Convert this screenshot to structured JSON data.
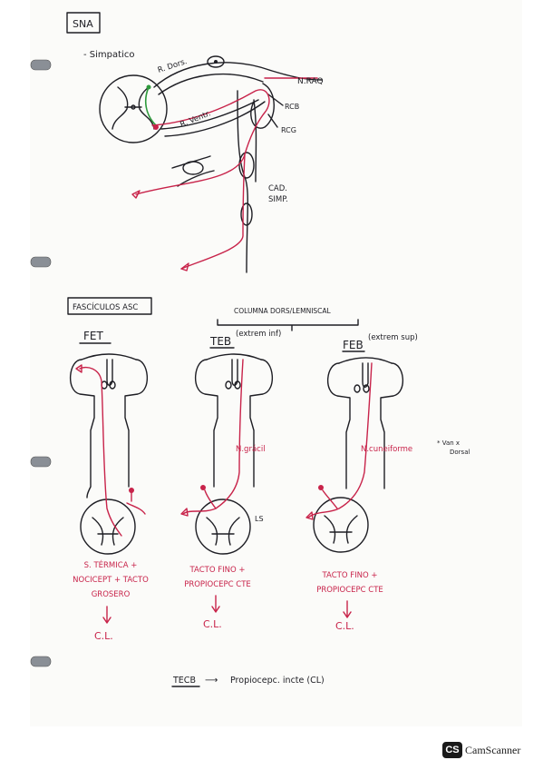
{
  "page": {
    "header": "SNA",
    "simpatico": {
      "heading": "- Simpatico",
      "labels": {
        "r_dors": "R. Dors.",
        "r_ventr": "R. Ventr.",
        "n_raq": "N.RAQ",
        "rcb": "RCB",
        "rcg": "RCG",
        "cad": "CAD.",
        "simp": "SIMP."
      }
    },
    "fasciculos": {
      "heading": "FASCÍCULOS ASC",
      "columna": "COLUMNA DORS/LEMNISCAL",
      "columns": [
        {
          "title": "FET",
          "note": "",
          "nucleus": "",
          "extra": "",
          "desc": [
            "S. TÉRMICA +",
            "NOCICEPT + TACTO",
            "GROSERO"
          ],
          "result": "C.L."
        },
        {
          "title": "TEB",
          "note": "(extrem inf)",
          "nucleus": "N.grácil",
          "extra": "LS",
          "desc": [
            "TACTO FINO +",
            "PROPIOCEPC CTE"
          ],
          "result": "C.L."
        },
        {
          "title": "FEB",
          "note": "(extrem sup)",
          "nucleus": "N.cuneiforme",
          "extra": "",
          "desc": [
            "TACTO FINO +",
            "PROPIOCEPC CTE"
          ],
          "result": "C.L."
        }
      ],
      "side_note": [
        "* Van x",
        "Dorsal"
      ],
      "footer": {
        "abbr": "TECB",
        "arrow": "⟶",
        "text": "Propiocepc. incte (CL)"
      }
    },
    "brand": {
      "logo": "CS",
      "name": "CamScanner"
    }
  }
}
